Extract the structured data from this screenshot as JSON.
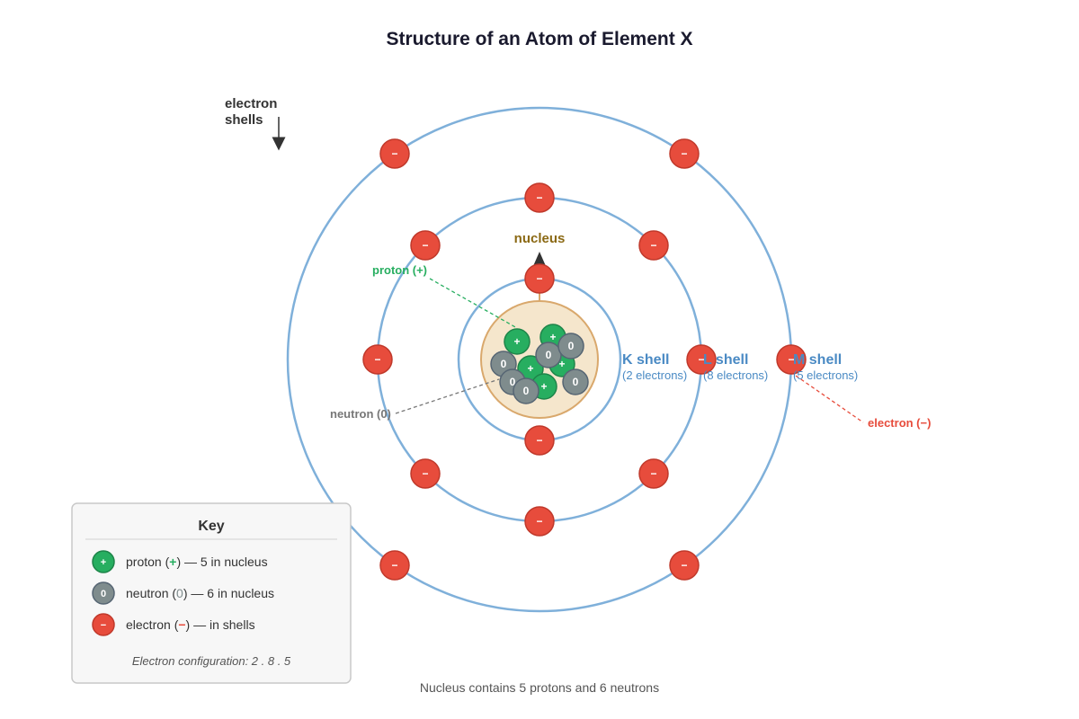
{
  "title": "Structure of an Atom of Element X",
  "electron_shells_label": [
    "electron",
    "shells"
  ],
  "nucleus_label": "nucleus",
  "proton_label": "proton (+)",
  "neutron_label": "neutron (0)",
  "electron_label": "electron (−)",
  "shells": [
    {
      "name": "K shell",
      "count_text": "(2 electrons)",
      "electrons": 2
    },
    {
      "name": "L shell",
      "count_text": "(8 electrons)",
      "electrons": 8
    },
    {
      "name": "M shell",
      "count_text": "(5 electrons)",
      "electrons": 5
    }
  ],
  "nucleus": {
    "protons": 5,
    "neutrons": 6
  },
  "symbols": {
    "proton": "+",
    "neutron": "0",
    "electron": "−"
  },
  "key": {
    "title": "Key",
    "items": [
      {
        "symbol": "+",
        "prefix": "proton (",
        "sym": "+",
        "suffix": ") — 5 in nucleus"
      },
      {
        "symbol": "0",
        "prefix": "neutron (",
        "sym": "0",
        "suffix": ") — 6 in nucleus"
      },
      {
        "symbol": "−",
        "prefix": "electron (",
        "sym": "−",
        "suffix": ") — in shells"
      }
    ],
    "config": "Electron configuration: 2 . 8 . 5"
  },
  "caption": "Nucleus contains 5 protons and 6 neutrons",
  "colors": {
    "proton": "#27ae60",
    "neutron": "#7f8c8d",
    "electron": "#e74c3c",
    "shell": "#7fb0da",
    "shell_text": "#4a8ac4",
    "nucleus_fill": "#f5e6cc",
    "nucleus_stroke": "#d9a86c",
    "nucleus_text": "#8b6914"
  }
}
